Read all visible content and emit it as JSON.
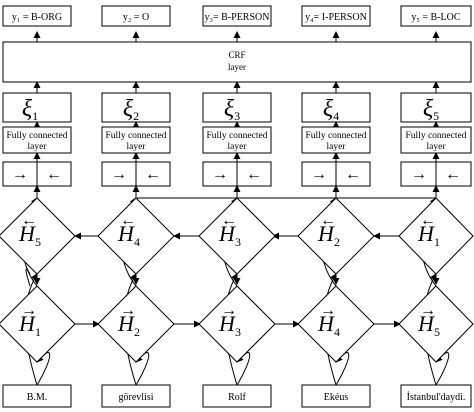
{
  "output_tags": [
    "y₁ = B-ORG",
    "y₂ = O",
    "y₃= B-PERSON",
    "y₄= I-PERSON",
    "y₅ = B-LOC"
  ],
  "crf": {
    "line1": "CRF",
    "line2": "layer"
  },
  "xi_symbol": "ξ",
  "xi_subscripts": [
    "1",
    "2",
    "3",
    "4",
    "5"
  ],
  "fc": {
    "line1": "Fully connected",
    "line2": "layer"
  },
  "bilstm_arrows": {
    "forward": "→",
    "backward": "←"
  },
  "backward_states": {
    "symbol": "H",
    "subscripts": [
      "5",
      "4",
      "3",
      "2",
      "1"
    ]
  },
  "forward_states": {
    "symbol": "H",
    "subscripts": [
      "1",
      "2",
      "3",
      "4",
      "5"
    ]
  },
  "input_words": [
    "B.M.",
    "görevlisi",
    "Rolf",
    "Ekéus",
    "İstanbul'daydi."
  ]
}
